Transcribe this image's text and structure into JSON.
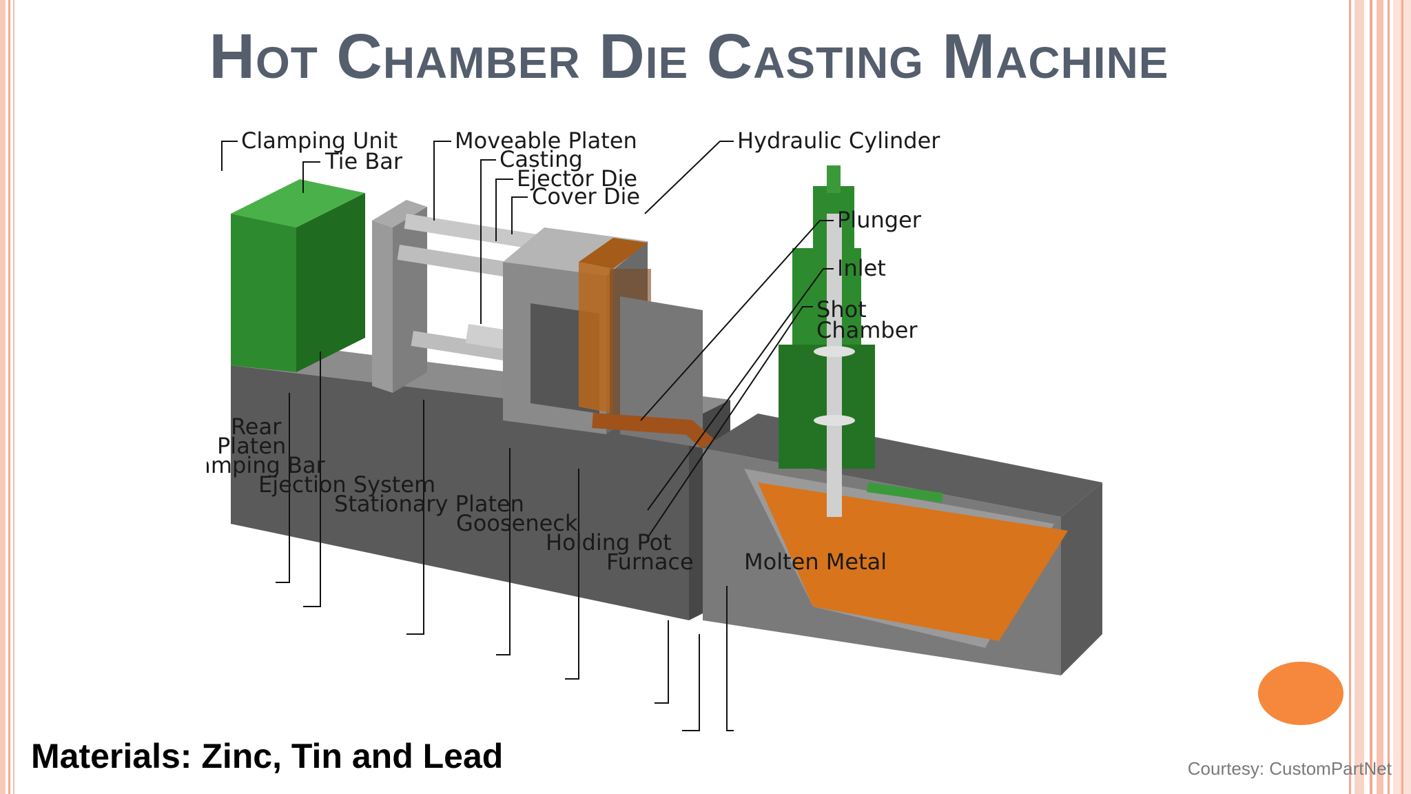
{
  "slide": {
    "title": "Hot Chamber Die Casting Machine",
    "materials": "Materials: Zinc, Tin and Lead",
    "courtesy": "Courtesy: CustomPartNet"
  },
  "colors": {
    "accent_orange": "#f5883c",
    "frame_salmon": "#f4b09a",
    "title_gray": "#555e6d",
    "machine_green": "#2e8a2e",
    "machine_gray": "#6e6e6e",
    "molten_orange": "#d8741c"
  },
  "labels": {
    "clamping_unit": "Clamping Unit",
    "tie_bar": "Tie Bar",
    "moveable_platen": "Moveable Platen",
    "casting": "Casting",
    "ejector_die": "Ejector Die",
    "cover_die": "Cover Die",
    "hydraulic_cylinder": "Hydraulic Cylinder",
    "plunger": "Plunger",
    "inlet": "Inlet",
    "shot": "Shot",
    "chamber": "Chamber",
    "rear": "Rear",
    "platen": "Platen",
    "clamping_bar": "Clamping Bar",
    "ejection_system": "Ejection System",
    "stationary_platen": "Stationary Platen",
    "gooseneck": "Gooseneck",
    "holding_pot": "Holding Pot",
    "furnace": "Furnace",
    "molten_metal": "Molten Metal"
  }
}
